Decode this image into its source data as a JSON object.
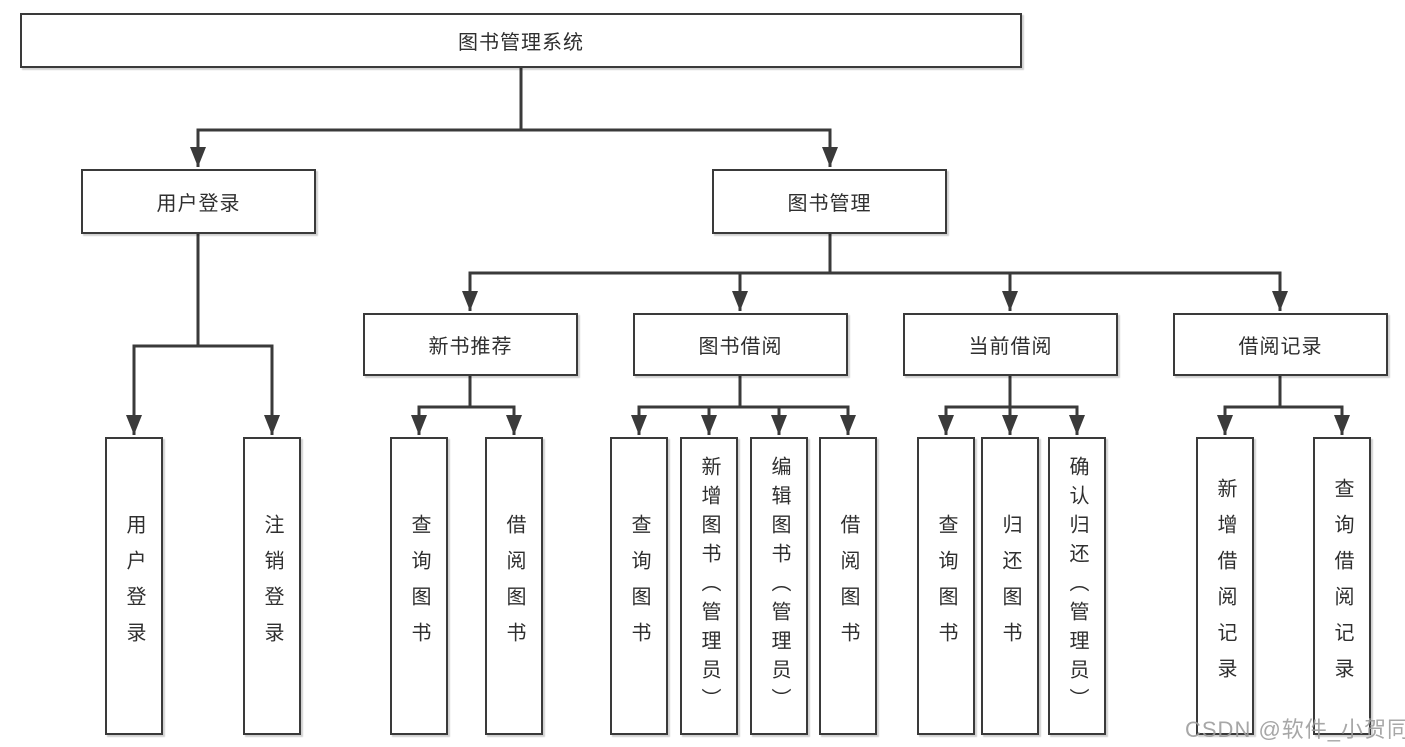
{
  "tree": {
    "root": {
      "label": "图书管理系统",
      "children": [
        {
          "label": "用户登录",
          "children": [
            {
              "label": "用户登录"
            },
            {
              "label": "注销登录"
            }
          ]
        },
        {
          "label": "图书管理",
          "children": [
            {
              "label": "新书推荐",
              "children": [
                {
                  "label": "查询图书"
                },
                {
                  "label": "借阅图书"
                }
              ]
            },
            {
              "label": "图书借阅",
              "children": [
                {
                  "label": "查询图书"
                },
                {
                  "label": "新增图书（管理员）"
                },
                {
                  "label": "编辑图书（管理员）"
                },
                {
                  "label": "借阅图书"
                }
              ]
            },
            {
              "label": "当前借阅",
              "children": [
                {
                  "label": "查询图书"
                },
                {
                  "label": "归还图书"
                },
                {
                  "label": "确认归还（管理员）"
                }
              ]
            },
            {
              "label": "借阅记录",
              "children": [
                {
                  "label": "新增借阅记录"
                },
                {
                  "label": "查询借阅记录"
                }
              ]
            }
          ]
        }
      ]
    }
  },
  "watermark": {
    "text": "CSDN @软件_小贺同学"
  },
  "colors": {
    "line": "#3a3a3a",
    "box_border": "#3a3a3a",
    "text": "#2f2f2f",
    "watermark": "#9e9e9e",
    "background": "#ffffff"
  }
}
